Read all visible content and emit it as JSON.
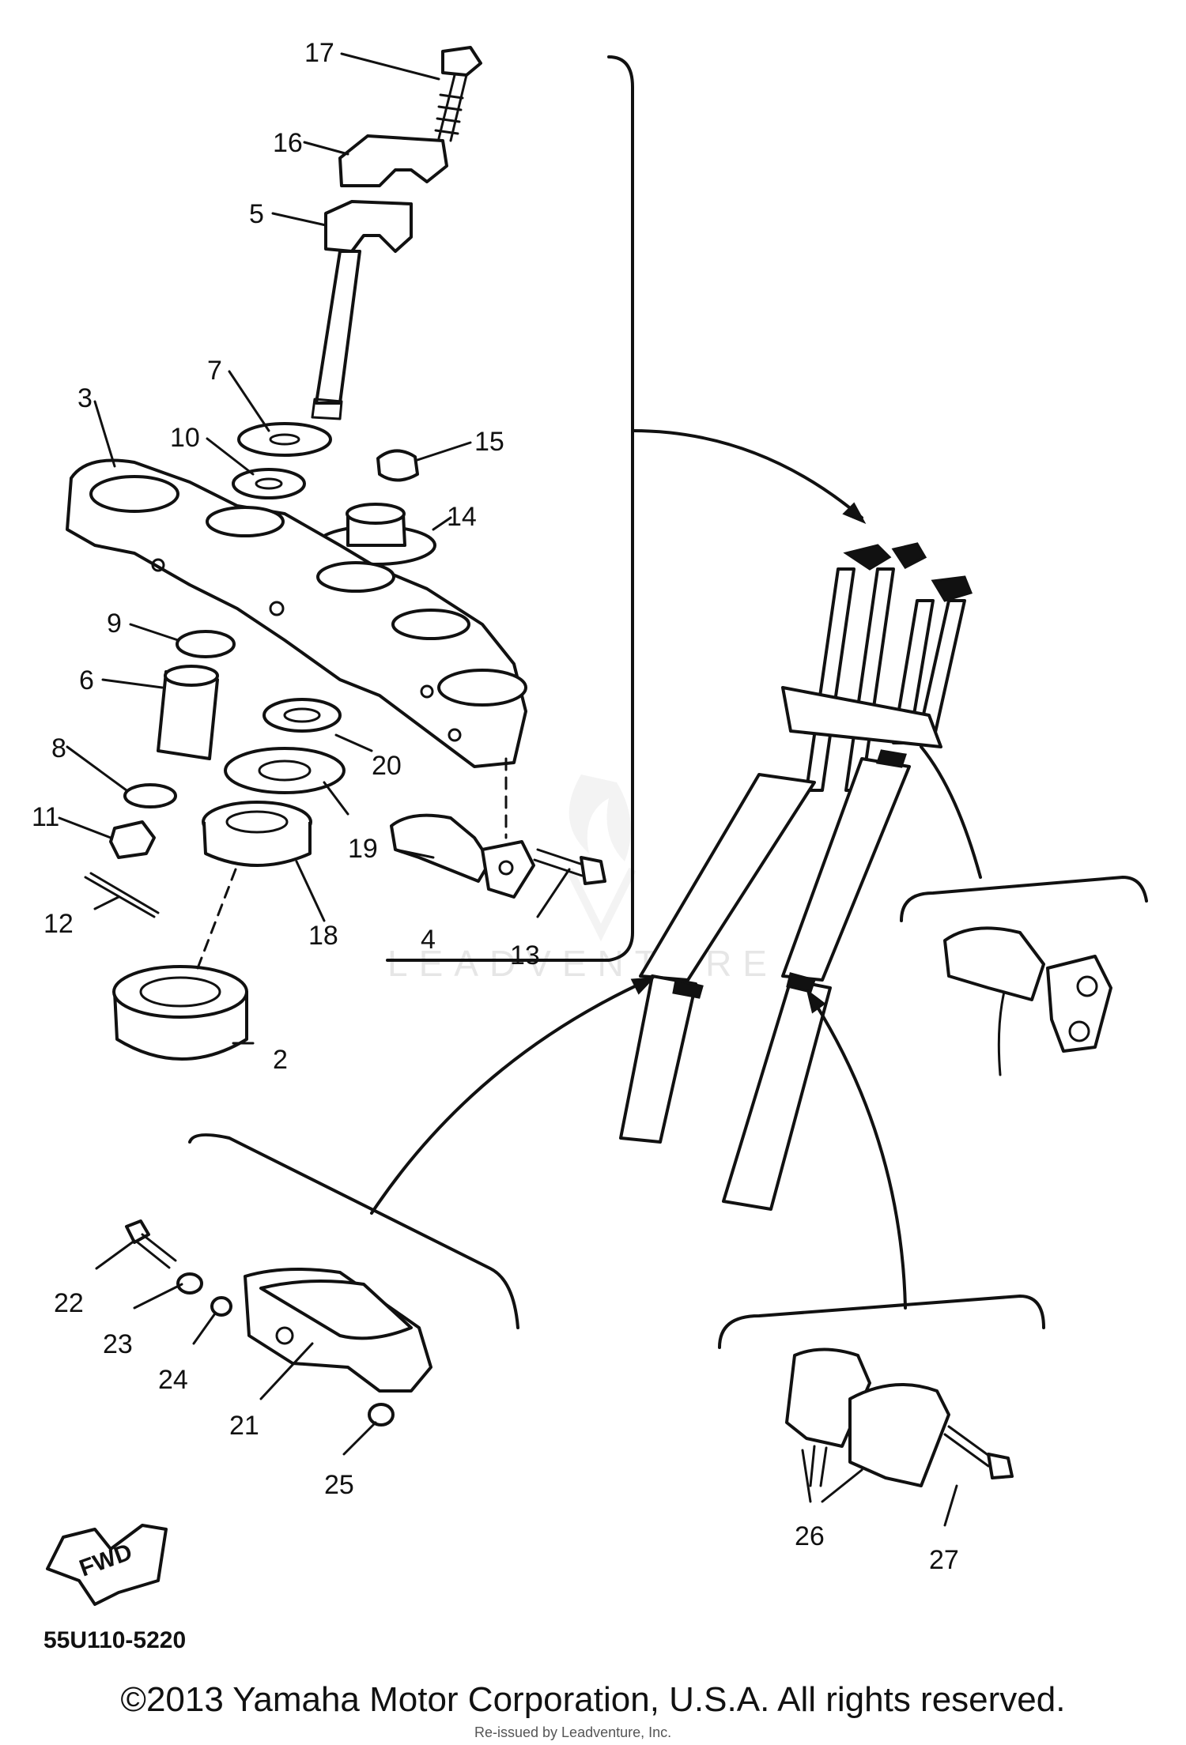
{
  "diagram": {
    "callouts": [
      "17",
      "16",
      "5",
      "7",
      "3",
      "10",
      "15",
      "14",
      "9",
      "6",
      "20",
      "8",
      "11",
      "19",
      "4",
      "13",
      "12",
      "18",
      "2",
      "22",
      "23",
      "24",
      "21",
      "25",
      "26",
      "27"
    ],
    "part_code": "55U110-5220",
    "fwd_label": "FWD",
    "watermark": "LEADVENTURE",
    "reprint_note": "Re-issued by Leadventure, Inc."
  },
  "footer": {
    "copyright": "©2013 Yamaha Motor Corporation, U.S.A. All rights reserved."
  }
}
